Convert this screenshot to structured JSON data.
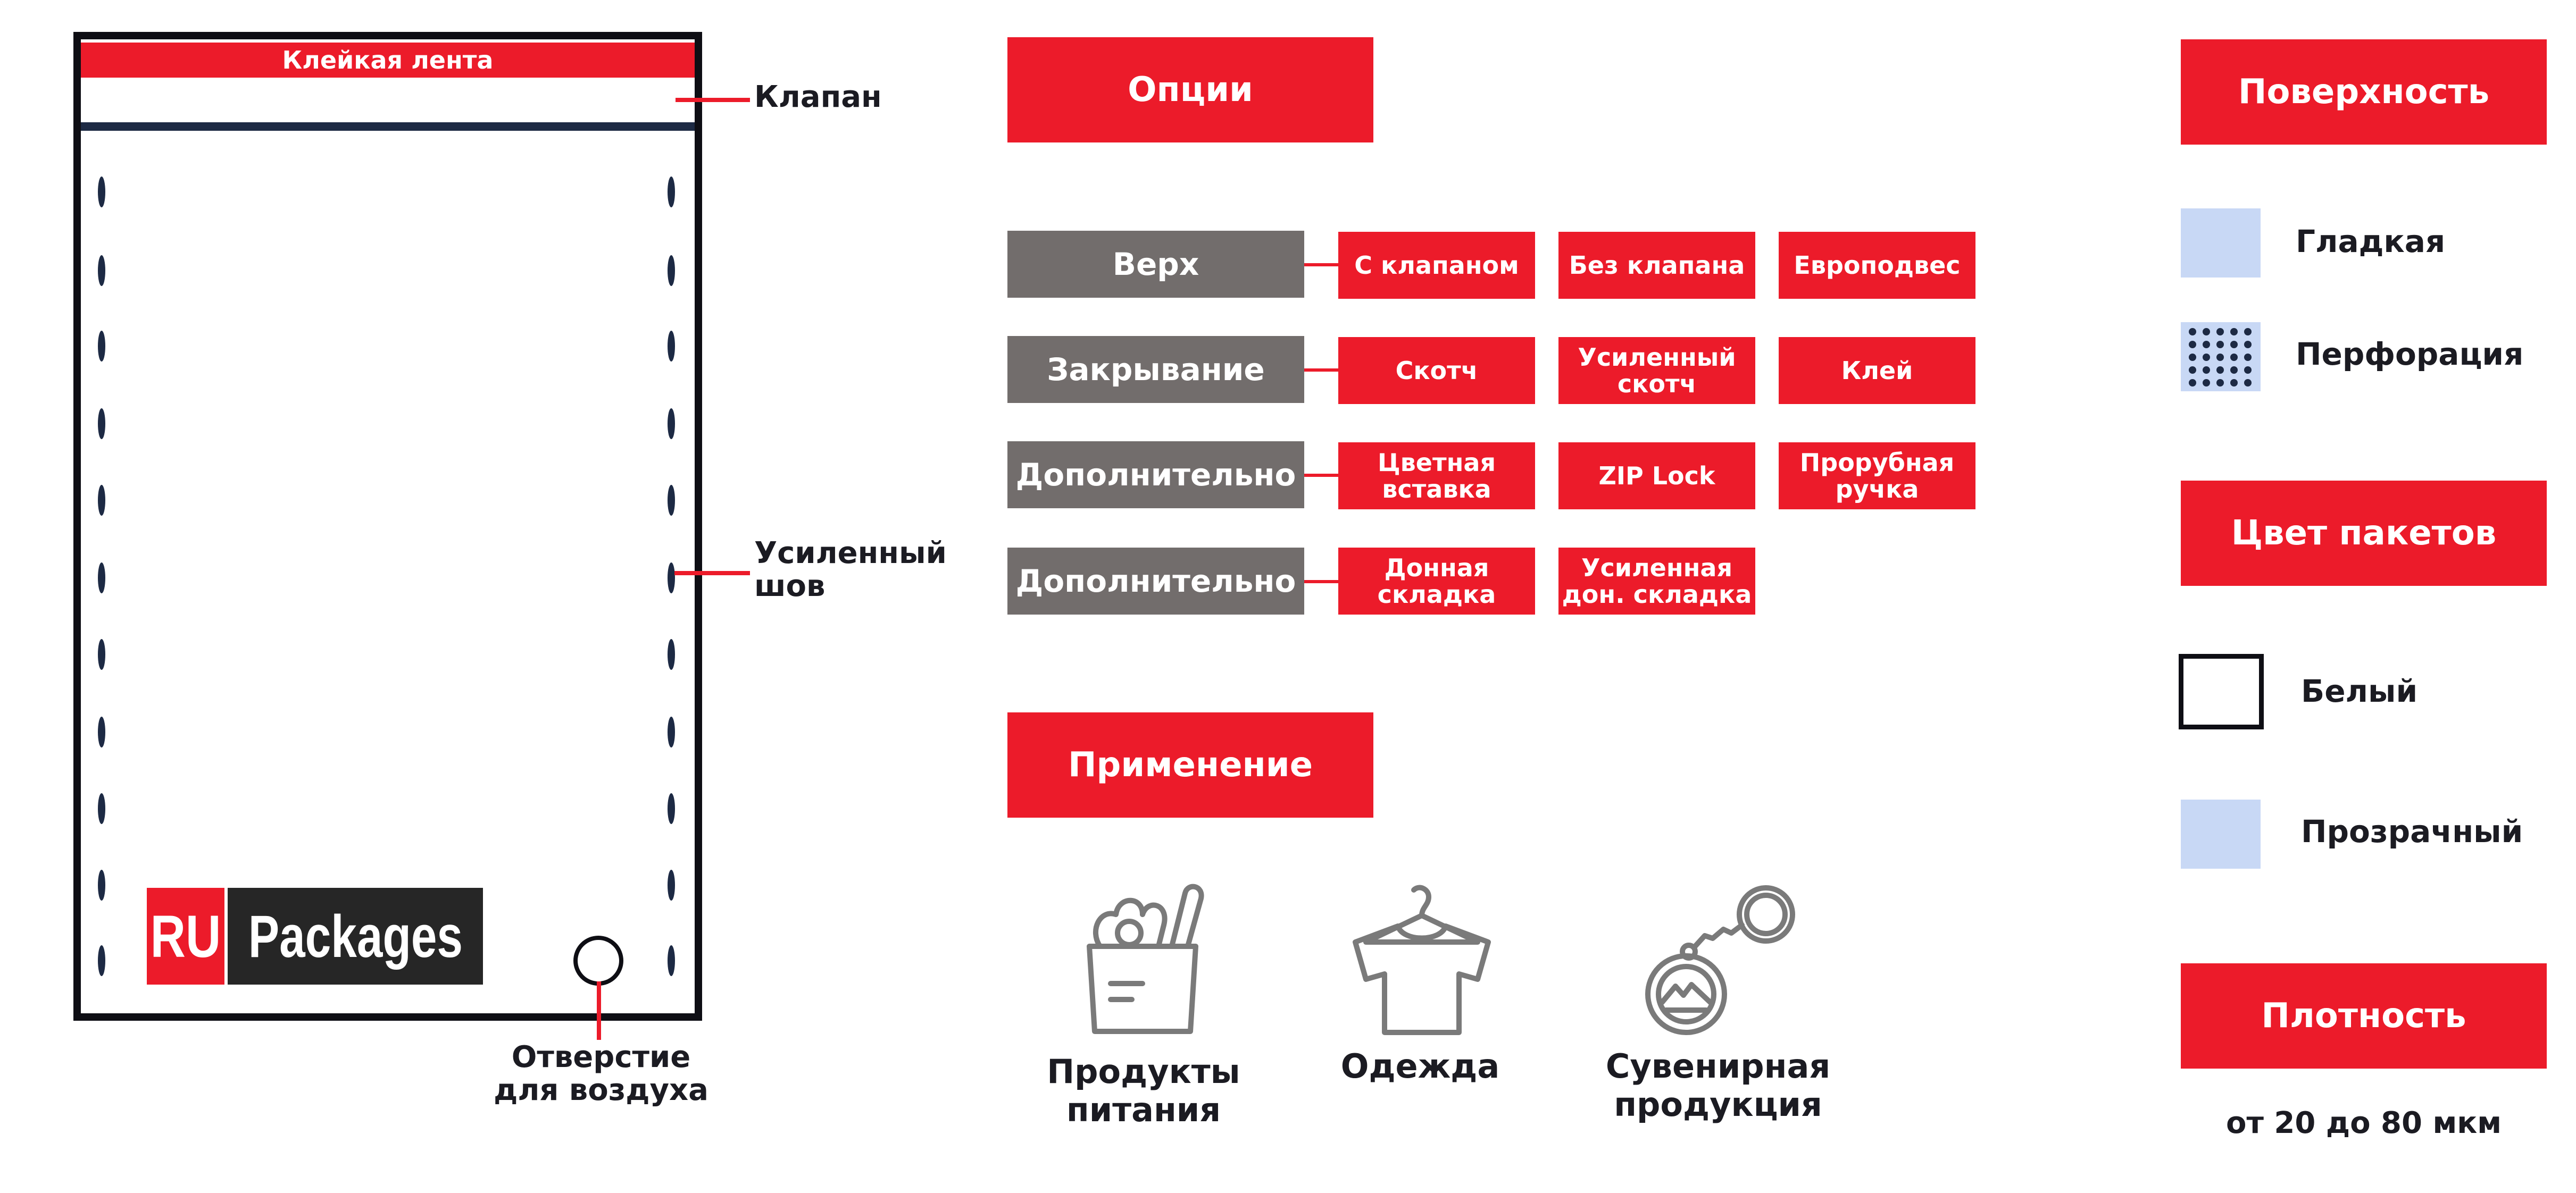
{
  "bag": {
    "tape_label": "Клейкая лента",
    "valve_label": "Клапан",
    "seam_label_line1": "Усиленный",
    "seam_label_line2": "шов",
    "hole_label_line1": "Отверстие",
    "hole_label_line2": "для воздуха",
    "logo_part1": "RU",
    "logo_part2": "Packages"
  },
  "options": {
    "header": "Опции",
    "rows": [
      {
        "category": "Верх",
        "items": [
          [
            "С клапаном"
          ],
          [
            "Без клапана"
          ],
          [
            "Европодвес"
          ]
        ]
      },
      {
        "category": "Закрывание",
        "items": [
          [
            "Скотч"
          ],
          [
            "Усиленный",
            "скотч"
          ],
          [
            "Клей"
          ]
        ]
      },
      {
        "category": "Дополнительно",
        "items": [
          [
            "Цветная",
            "вставка"
          ],
          [
            "ZIP Lock"
          ],
          [
            "Прорубная",
            "ручка"
          ]
        ]
      },
      {
        "category": "Дополнительно",
        "items": [
          [
            "Донная",
            "складка"
          ],
          [
            "Усиленная",
            "дон. складка"
          ]
        ]
      }
    ]
  },
  "application": {
    "header": "Применение",
    "items": [
      {
        "icon": "grocery-bag-icon",
        "line1": "Продукты",
        "line2": "питания"
      },
      {
        "icon": "tshirt-hanger-icon",
        "line1": "Одежда",
        "line2": ""
      },
      {
        "icon": "keychain-icon",
        "line1": "Сувенирная",
        "line2": "продукция"
      }
    ]
  },
  "surface": {
    "header": "Поверхность",
    "items": [
      {
        "icon": "smooth-swatch-icon",
        "label": "Гладкая"
      },
      {
        "icon": "perforation-swatch-icon",
        "label": "Перфорация"
      }
    ]
  },
  "color": {
    "header": "Цвет пакетов",
    "items": [
      {
        "icon": "white-swatch-icon",
        "label": "Белый"
      },
      {
        "icon": "transparent-swatch-icon",
        "label": "Прозрачный"
      }
    ]
  },
  "density": {
    "header": "Плотность",
    "value": "от 20 до 80 мкм"
  },
  "colors": {
    "accent": "#ec1b2a",
    "category_gray": "#726d6c",
    "swatch_blue": "#c8d8f5",
    "dark": "#1b1b22"
  }
}
